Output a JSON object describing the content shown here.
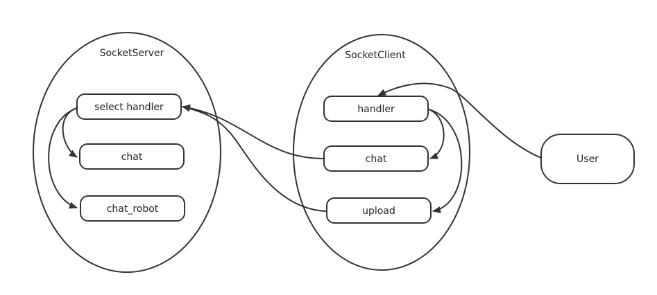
{
  "diagram": {
    "clusters": {
      "server": {
        "label": "SocketServer"
      },
      "client": {
        "label": "SocketClient"
      }
    },
    "nodes": {
      "select_handler": {
        "label": "select handler"
      },
      "server_chat": {
        "label": "chat"
      },
      "chat_robot": {
        "label": "chat_robot"
      },
      "client_handler": {
        "label": "handler"
      },
      "client_chat": {
        "label": "chat"
      },
      "upload": {
        "label": "upload"
      },
      "user": {
        "label": "User"
      }
    },
    "edges": [
      {
        "from": "select_handler",
        "to": "server_chat"
      },
      {
        "from": "select_handler",
        "to": "chat_robot"
      },
      {
        "from": "client_handler",
        "to": "client_chat"
      },
      {
        "from": "client_handler",
        "to": "upload"
      },
      {
        "from": "client_chat",
        "to": "select_handler"
      },
      {
        "from": "upload",
        "to": "select_handler"
      },
      {
        "from": "user",
        "to": "client_handler"
      }
    ]
  }
}
